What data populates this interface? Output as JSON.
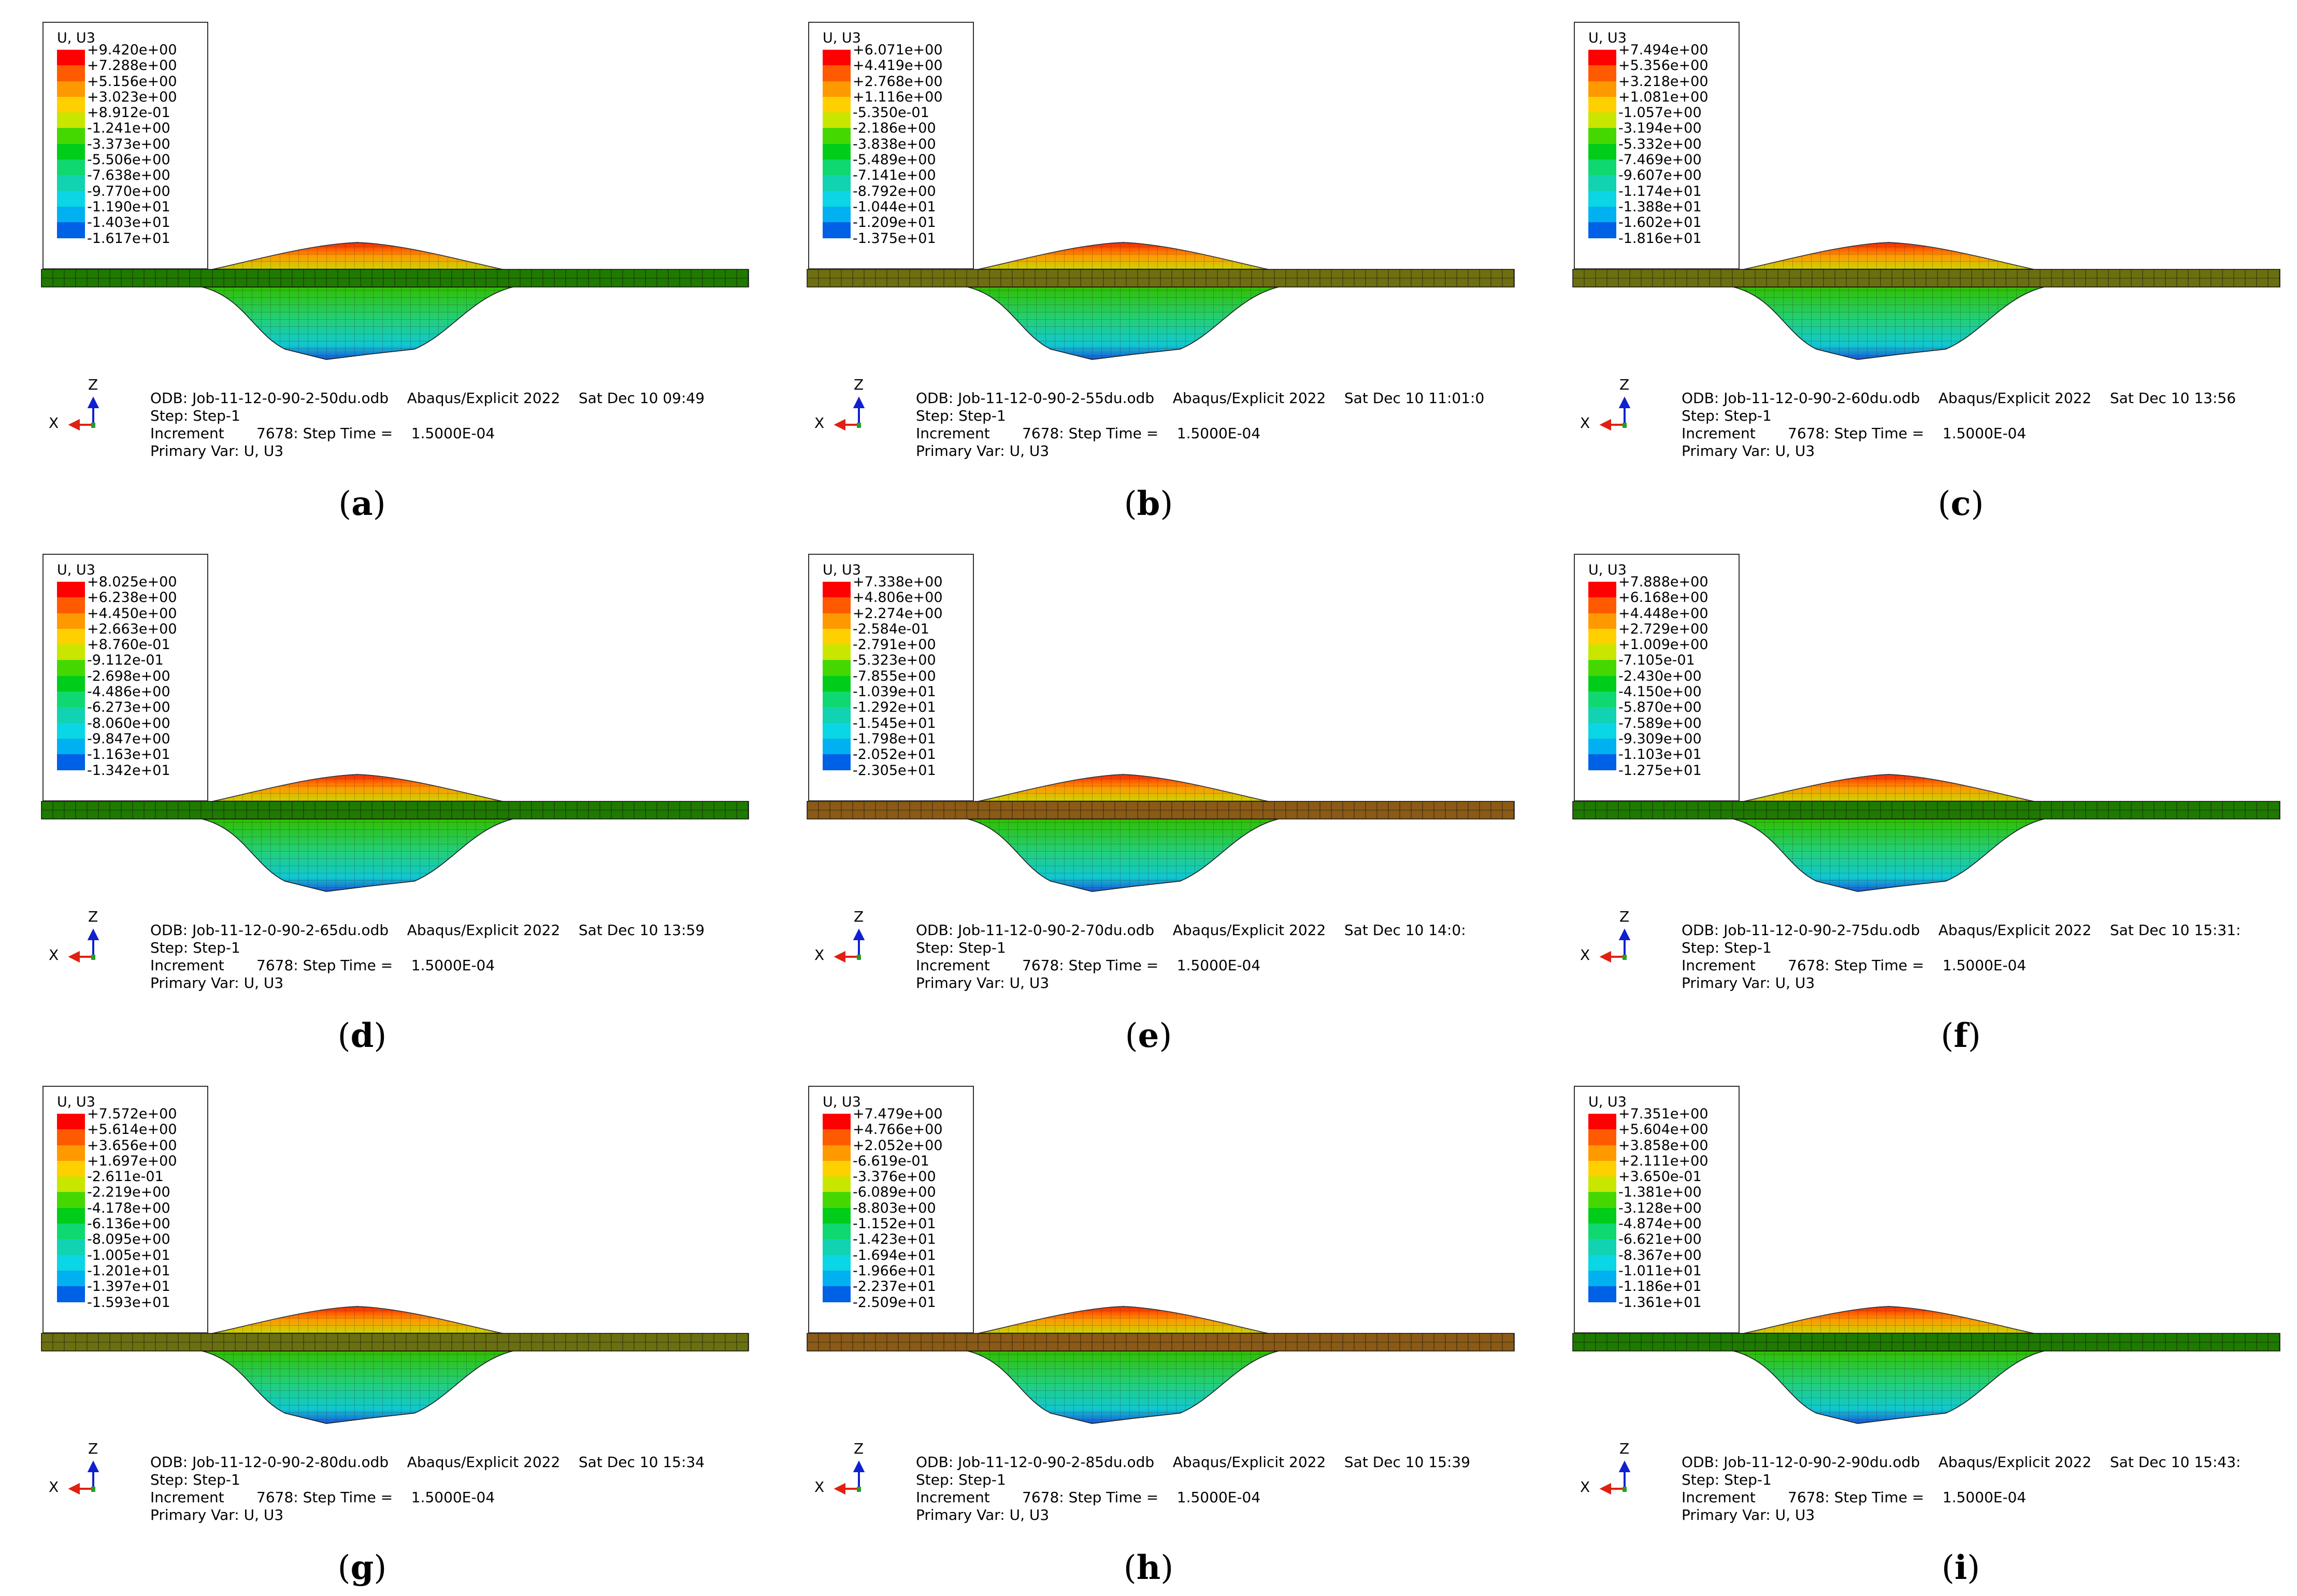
{
  "legend": {
    "title": "U, U3",
    "colors": [
      "#ff0000",
      "#ff5a00",
      "#ff9900",
      "#ffd000",
      "#c8e600",
      "#44d800",
      "#00cc1a",
      "#10d870",
      "#11d3b2",
      "#0ad6e6",
      "#00b0f0",
      "#0060e6",
      "#0000ff"
    ]
  },
  "info_labels": {
    "step": "Step: Step-1",
    "increment": "Increment       7678: Step Time =    1.5000E-04",
    "primary_var": "Primary Var: U, U3"
  },
  "triad": {
    "z": "Z",
    "x": "X"
  },
  "panels": [
    {
      "caption": "a",
      "odb": "ODB: Job-11-12-0-90-2-50du.odb    Abaqus/Explicit 2022    Sat Dec 10 09:49",
      "legend_values": [
        "+9.420e+00",
        "+7.288e+00",
        "+5.156e+00",
        "+3.023e+00",
        "+8.912e-01",
        "-1.241e+00",
        "-3.373e+00",
        "-5.506e+00",
        "-7.638e+00",
        "-9.770e+00",
        "-1.190e+01",
        "-1.403e+01",
        "-1.617e+01"
      ],
      "plate_color": "#1f7a00"
    },
    {
      "caption": "b",
      "odb": "ODB: Job-11-12-0-90-2-55du.odb    Abaqus/Explicit 2022    Sat Dec 10 11:01:0",
      "legend_values": [
        "+6.071e+00",
        "+4.419e+00",
        "+2.768e+00",
        "+1.116e+00",
        "-5.350e-01",
        "-2.186e+00",
        "-3.838e+00",
        "-5.489e+00",
        "-7.141e+00",
        "-8.792e+00",
        "-1.044e+01",
        "-1.209e+01",
        "-1.375e+01"
      ],
      "plate_color": "#6f6e10"
    },
    {
      "caption": "c",
      "odb": "ODB: Job-11-12-0-90-2-60du.odb    Abaqus/Explicit 2022    Sat Dec 10 13:56",
      "legend_values": [
        "+7.494e+00",
        "+5.356e+00",
        "+3.218e+00",
        "+1.081e+00",
        "-1.057e+00",
        "-3.194e+00",
        "-5.332e+00",
        "-7.469e+00",
        "-9.607e+00",
        "-1.174e+01",
        "-1.388e+01",
        "-1.602e+01",
        "-1.816e+01"
      ],
      "plate_color": "#6a7010"
    },
    {
      "caption": "d",
      "odb": "ODB: Job-11-12-0-90-2-65du.odb    Abaqus/Explicit 2022    Sat Dec 10 13:59",
      "legend_values": [
        "+8.025e+00",
        "+6.238e+00",
        "+4.450e+00",
        "+2.663e+00",
        "+8.760e-01",
        "-9.112e-01",
        "-2.698e+00",
        "-4.486e+00",
        "-6.273e+00",
        "-8.060e+00",
        "-9.847e+00",
        "-1.163e+01",
        "-1.342e+01"
      ],
      "plate_color": "#1f7a00"
    },
    {
      "caption": "e",
      "odb": "ODB: Job-11-12-0-90-2-70du.odb    Abaqus/Explicit 2022    Sat Dec 10 14:0:",
      "legend_values": [
        "+7.338e+00",
        "+4.806e+00",
        "+2.274e+00",
        "-2.584e-01",
        "-2.791e+00",
        "-5.323e+00",
        "-7.855e+00",
        "-1.039e+01",
        "-1.292e+01",
        "-1.545e+01",
        "-1.798e+01",
        "-2.052e+01",
        "-2.305e+01"
      ],
      "plate_color": "#8a5a16"
    },
    {
      "caption": "f",
      "odb": "ODB: Job-11-12-0-90-2-75du.odb    Abaqus/Explicit 2022    Sat Dec 10 15:31:",
      "legend_values": [
        "+7.888e+00",
        "+6.168e+00",
        "+4.448e+00",
        "+2.729e+00",
        "+1.009e+00",
        "-7.105e-01",
        "-2.430e+00",
        "-4.150e+00",
        "-5.870e+00",
        "-7.589e+00",
        "-9.309e+00",
        "-1.103e+01",
        "-1.275e+01"
      ],
      "plate_color": "#1f7a00"
    },
    {
      "caption": "g",
      "odb": "ODB: Job-11-12-0-90-2-80du.odb    Abaqus/Explicit 2022    Sat Dec 10 15:34",
      "legend_values": [
        "+7.572e+00",
        "+5.614e+00",
        "+3.656e+00",
        "+1.697e+00",
        "-2.611e-01",
        "-2.219e+00",
        "-4.178e+00",
        "-6.136e+00",
        "-8.095e+00",
        "-1.005e+01",
        "-1.201e+01",
        "-1.397e+01",
        "-1.593e+01"
      ],
      "plate_color": "#6a7010"
    },
    {
      "caption": "h",
      "odb": "ODB: Job-11-12-0-90-2-85du.odb    Abaqus/Explicit 2022    Sat Dec 10 15:39",
      "legend_values": [
        "+7.479e+00",
        "+4.766e+00",
        "+2.052e+00",
        "-6.619e-01",
        "-3.376e+00",
        "-6.089e+00",
        "-8.803e+00",
        "-1.152e+01",
        "-1.423e+01",
        "-1.694e+01",
        "-1.966e+01",
        "-2.237e+01",
        "-2.509e+01"
      ],
      "plate_color": "#8a5a16"
    },
    {
      "caption": "i",
      "odb": "ODB: Job-11-12-0-90-2-90du.odb    Abaqus/Explicit 2022    Sat Dec 10 15:43:",
      "legend_values": [
        "+7.351e+00",
        "+5.604e+00",
        "+3.858e+00",
        "+2.111e+00",
        "+3.650e-01",
        "-1.381e+00",
        "-3.128e+00",
        "-4.874e+00",
        "-6.621e+00",
        "-8.367e+00",
        "-1.011e+01",
        "-1.186e+01",
        "-1.361e+01"
      ],
      "plate_color": "#1f7a00"
    }
  ]
}
